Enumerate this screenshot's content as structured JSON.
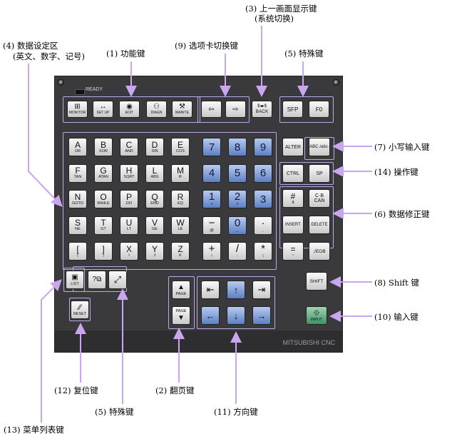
{
  "labels": {
    "func": "(1) 功能键",
    "page": "(2) 翻页键",
    "sysswitch_1": "(3) 上一画面显示键",
    "sysswitch_2": "(系统切换)",
    "datain_1": "(4) 数据设定区",
    "datain_2": "(英文、数字、记号)",
    "special_top": "(5) 特殊键",
    "special_bottom": "(5) 特殊键",
    "correct": "(6) 数据修正键",
    "lower": "(7) 小写输入键",
    "shift": "(8) Shift 键",
    "tab": "(9) 选项卡切换键",
    "input": "(10) 输入键",
    "direction": "(11) 方向键",
    "reset": "(12) 复位键",
    "menulist": "(13) 菜单列表键",
    "operation": "(14) 操作键"
  },
  "panel": {
    "ready": "READY",
    "brand": "MITSUBISHI CNC"
  },
  "func_keys": [
    {
      "sub": "MONITOR"
    },
    {
      "sub": "SET UP"
    },
    {
      "sub": "EDIT"
    },
    {
      "sub": "DIAGN"
    },
    {
      "sub": "MAINTE"
    }
  ],
  "back_key": {
    "top": "$◂▸$",
    "sub": "BACK"
  },
  "special_keys": [
    "SFP",
    "F0"
  ],
  "alpha_rows": [
    [
      {
        "m": "A",
        "s": "OR"
      },
      {
        "m": "B",
        "s": "XOR"
      },
      {
        "m": "C",
        "s": "AND"
      },
      {
        "m": "D",
        "s": "SIN"
      },
      {
        "m": "E",
        "s": "COS"
      }
    ],
    [
      {
        "m": "F",
        "s": "TAN"
      },
      {
        "m": "G",
        "s": "ATAN"
      },
      {
        "m": "H",
        "s": "SQRT"
      },
      {
        "m": "L",
        "s": "ABS"
      },
      {
        "m": "M",
        "s": "IF"
      }
    ],
    [
      {
        "m": "N",
        "s": "GOTO"
      },
      {
        "m": "O",
        "s": "WHILE"
      },
      {
        "m": "P",
        "s": "DO"
      },
      {
        "m": "Q",
        "s": "END"
      },
      {
        "m": "R",
        "s": "EQ"
      }
    ],
    [
      {
        "m": "S",
        "s": "NE"
      },
      {
        "m": "T",
        "s": "GT"
      },
      {
        "m": "U",
        "s": "LT"
      },
      {
        "m": "V",
        "s": "GE"
      },
      {
        "m": "W",
        "s": "LE"
      }
    ],
    [
      {
        "m": "[",
        "s": "("
      },
      {
        "m": "]",
        "s": ")"
      },
      {
        "m": "X",
        "s": "I"
      },
      {
        "m": "Y",
        "s": "J"
      },
      {
        "m": "Z",
        "s": "K"
      }
    ]
  ],
  "num_rows": [
    [
      {
        "m": "7",
        "s": ""
      },
      {
        "m": "8",
        "s": ""
      },
      {
        "m": "9",
        "s": ""
      }
    ],
    [
      {
        "m": "4",
        "s": ""
      },
      {
        "m": "5",
        "s": ""
      },
      {
        "m": "6",
        "s": ""
      }
    ],
    [
      {
        "m": "1",
        "s": "<"
      },
      {
        "m": "2",
        "s": ">"
      },
      {
        "m": "3",
        "s": ""
      }
    ],
    [
      {
        "m": "−",
        "s": "@"
      },
      {
        "m": "0",
        "s": "_"
      },
      {
        "m": "·",
        "s": ","
      }
    ],
    [
      {
        "m": "+",
        "s": "!"
      },
      {
        "m": "/",
        "s": ":"
      },
      {
        "m": "*",
        "s": "\\"
      }
    ]
  ],
  "right_keys": {
    "alter": "ALTER",
    "abc": "ABC·/abc·",
    "ctrl": "CTRL",
    "sp": "SP",
    "hash": "#",
    "hash_sub": "$",
    "cb": "C·B",
    "can": "CAN",
    "insert": "INSERT",
    "delete": "DELETE",
    "equal": "=",
    "equal_sub": "~",
    "eob": ";/EOB",
    "shift": "SHIFT",
    "input": "INPUT"
  },
  "misc_keys": {
    "list": "LIST",
    "reset": "RESET",
    "page_up": "PAGE",
    "page_down": "PAGE"
  },
  "icons": {
    "page_up": "▲",
    "page_down": "▼",
    "home": "⇤",
    "up": "↑",
    "end": "⇥",
    "left": "←",
    "down": "↓",
    "right": "→",
    "resize": "⤢",
    "reset": "⁄⁄",
    "input": "⟐"
  }
}
